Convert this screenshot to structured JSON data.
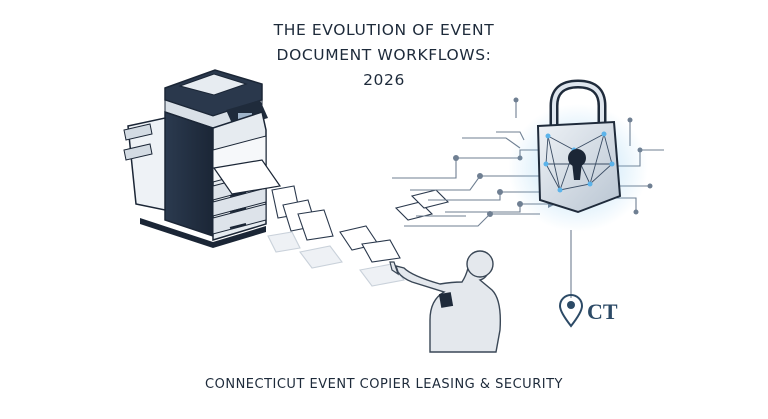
{
  "title": {
    "line1": "THE EVOLUTION OF EVENT",
    "line2": "DOCUMENT WORKFLOWS:",
    "line3": "2026"
  },
  "location_label": "CT",
  "footer": "CONNECTICUT EVENT COPIER LEASING & SECURITY",
  "icons": [
    "copier-icon",
    "paper-sheets",
    "data-lines",
    "padlock-icon",
    "person-figure",
    "location-pin-icon"
  ],
  "colors": {
    "ink": "#1d2a3a",
    "lock_glow": "#4aa3df",
    "navy": "#2c4a66"
  }
}
